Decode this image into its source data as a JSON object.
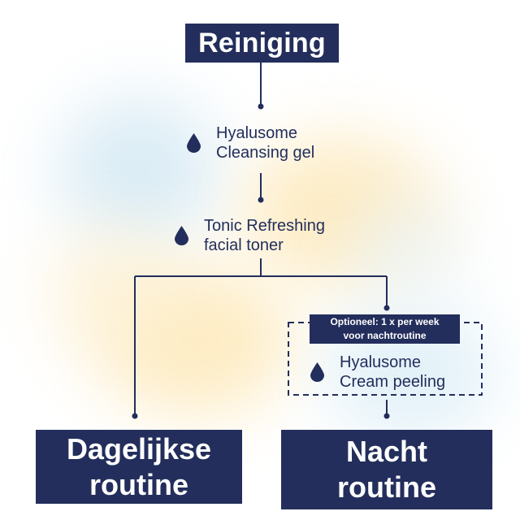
{
  "diagram": {
    "title": "Reiniging",
    "steps": [
      {
        "icon": "droplet-icon",
        "line1": "Hyalusome",
        "line2": "Cleansing gel"
      },
      {
        "icon": "droplet-icon",
        "line1": "Tonic Refreshing",
        "line2": "facial toner"
      }
    ],
    "optional": {
      "label_line1": "Optioneel: 1 x per week",
      "label_line2": "voor nachtroutine",
      "step": {
        "icon": "droplet-icon",
        "line1": "Hyalusome",
        "line2": "Cream peeling"
      }
    },
    "routines": [
      {
        "line1": "Dagelijkse",
        "line2": "routine"
      },
      {
        "line1": "Nacht",
        "line2": "routine"
      }
    ],
    "colors": {
      "navy": "#232e5c",
      "text_on_navy": "#ffffff",
      "background_blue": "#cfe6f2",
      "background_yellow": "#fde7b5"
    }
  }
}
